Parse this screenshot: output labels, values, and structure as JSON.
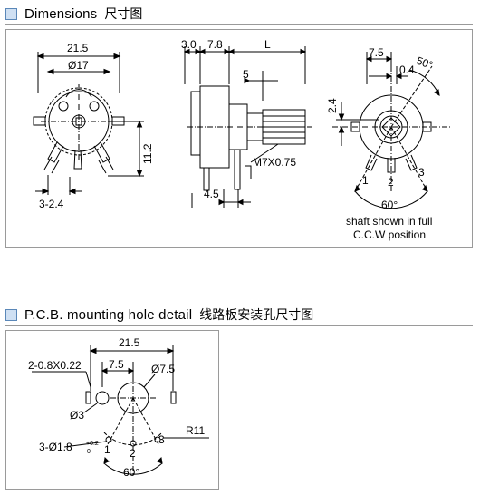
{
  "sections": [
    {
      "title": "Dimensions",
      "title_cn": "尺寸图"
    },
    {
      "title": "P.C.B. mounting hole detail",
      "title_cn": "线路板安装孔尺寸图"
    }
  ],
  "top": {
    "left": {
      "w": "21.5",
      "dia": "Ø17",
      "h": "11.2",
      "pins": "3-2.4"
    },
    "side": {
      "a": "3.0",
      "b": "7.8",
      "L": "L",
      "five": "5",
      "thread": "M7X0.75",
      "bot": "4.5"
    },
    "right": {
      "a": "7.5",
      "b": "0.4",
      "ang": "50°",
      "v": "2.4",
      "p1": "1",
      "p2": "2",
      "p3": "3",
      "bot_ang": "60°",
      "note1": "shaft shown in full",
      "note2": "C.C.W position"
    }
  },
  "pcb": {
    "w": "21.5",
    "slot": "2-0.8X0.22",
    "a": "7.5",
    "dia": "Ø7.5",
    "small": "Ø3",
    "holes": "3-Ø1.8",
    "tol_hi": "+0.2",
    "tol_lo": "0",
    "r": "R11",
    "ang": "60°",
    "p1": "1",
    "p2": "2",
    "p3": "3"
  },
  "colors": {
    "header_square": "#cfe0f3",
    "header_border": "#5a87b8",
    "panel_border": "#9a9a9a"
  }
}
